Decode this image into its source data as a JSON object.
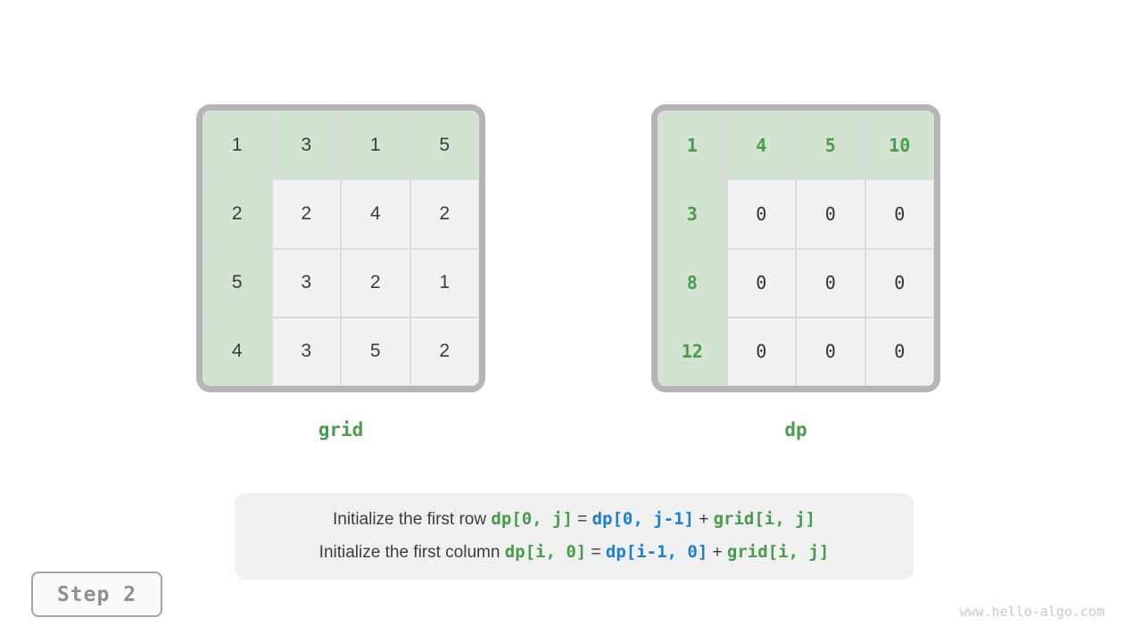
{
  "colors": {
    "green_bg": "#d3e3d1",
    "gray_bg": "#f1f1f1",
    "cell_border": "#dcdcdc",
    "table_border": "#b5b5b5",
    "green_text": "#4b9b4e",
    "blue_text": "#1d7fd4",
    "dark_text": "#3c3c3c",
    "step_text": "#8f8f8f",
    "step_border": "#a3a3a3",
    "watermark_text": "#c9c9c9",
    "caption_bg": "#f0f0f0"
  },
  "grid_table": {
    "label": "grid",
    "rows": [
      [
        "1",
        "3",
        "1",
        "5"
      ],
      [
        "2",
        "2",
        "4",
        "2"
      ],
      [
        "5",
        "3",
        "2",
        "1"
      ],
      [
        "4",
        "3",
        "5",
        "2"
      ]
    ]
  },
  "dp_table": {
    "label": "dp",
    "rows": [
      [
        "1",
        "4",
        "5",
        "10"
      ],
      [
        "3",
        "0",
        "0",
        "0"
      ],
      [
        "8",
        "0",
        "0",
        "0"
      ],
      [
        "12",
        "0",
        "0",
        "0"
      ]
    ]
  },
  "caption": {
    "line1": [
      {
        "text": "Initialize the first row ",
        "style": "plain"
      },
      {
        "text": "dp[0, j]",
        "style": "green"
      },
      {
        "text": " = ",
        "style": "plain"
      },
      {
        "text": "dp[0, j-1]",
        "style": "blue"
      },
      {
        "text": " + ",
        "style": "plain"
      },
      {
        "text": "grid[i, j]",
        "style": "green"
      }
    ],
    "line2": [
      {
        "text": "Initialize the first column ",
        "style": "plain"
      },
      {
        "text": "dp[i, 0]",
        "style": "green"
      },
      {
        "text": " = ",
        "style": "plain"
      },
      {
        "text": "dp[i-1, 0]",
        "style": "blue"
      },
      {
        "text": " + ",
        "style": "plain"
      },
      {
        "text": "grid[i, j]",
        "style": "green"
      }
    ]
  },
  "step_label": "Step 2",
  "watermark": "www.hello-algo.com"
}
